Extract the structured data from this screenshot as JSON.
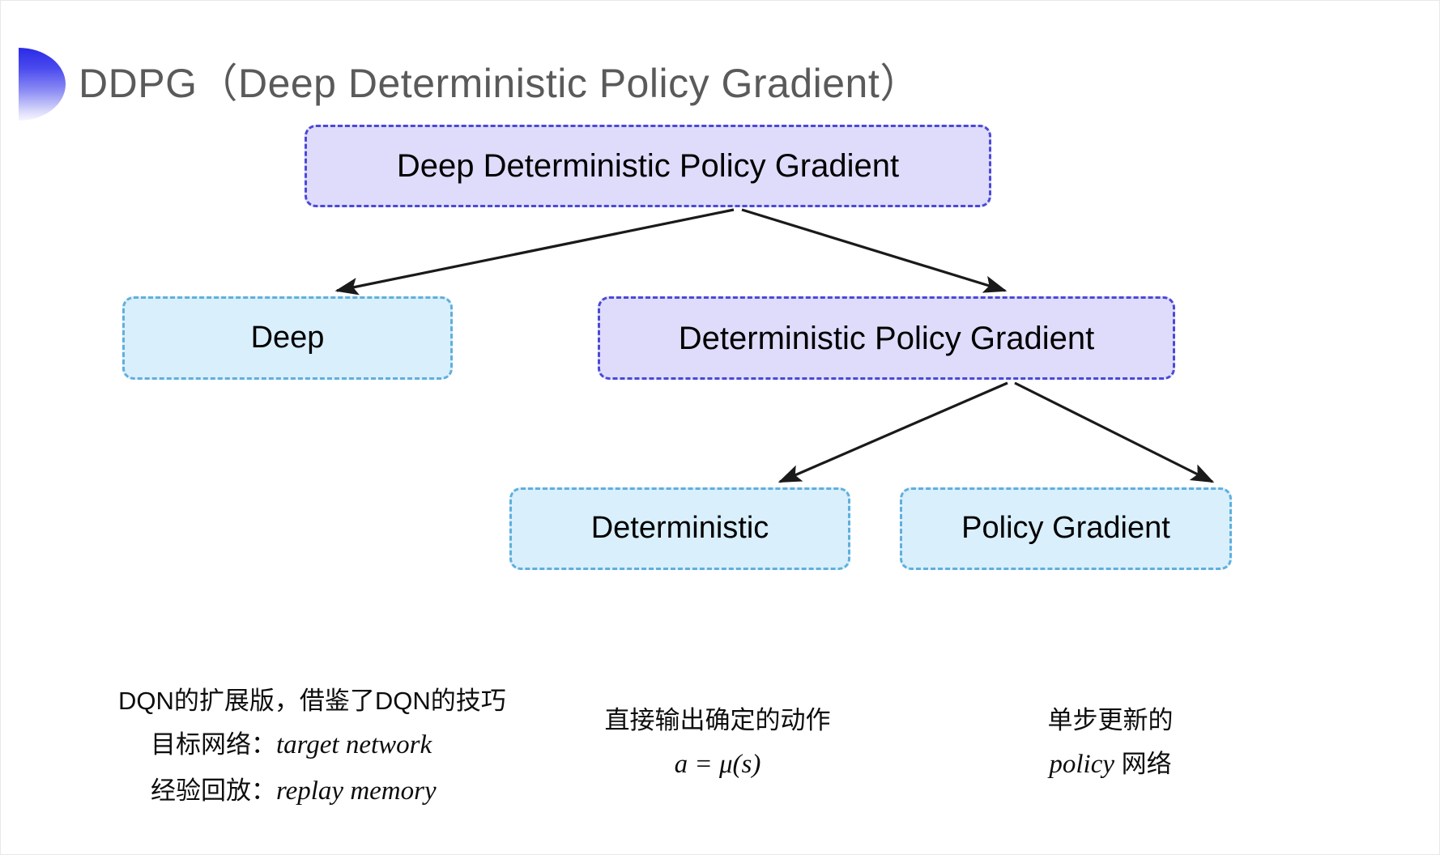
{
  "slide": {
    "title": "DDPG（Deep Deterministic Policy Gradient）",
    "background_color": "#ffffff",
    "decoration": {
      "shape": "half-ellipse",
      "gradient_from": "#2a2ae8",
      "gradient_to": "#f6f6ff"
    }
  },
  "colors": {
    "purple_fill": "#dedcfa",
    "purple_border": "#4b49d6",
    "blue_fill": "#d9effb",
    "blue_border": "#5fafdd",
    "title_text": "#5a5a5a",
    "arrow": "#1a1a1a"
  },
  "diagram": {
    "type": "tree",
    "nodes": [
      {
        "id": "root",
        "label": "Deep Deterministic Policy Gradient",
        "style": "purple",
        "level": 0
      },
      {
        "id": "deep",
        "label": "Deep",
        "style": "blue",
        "level": 1
      },
      {
        "id": "dpg",
        "label": "Deterministic Policy Gradient",
        "style": "purple",
        "level": 1
      },
      {
        "id": "deterministic",
        "label": "Deterministic",
        "style": "blue",
        "level": 2
      },
      {
        "id": "policy_gradient",
        "label": "Policy Gradient",
        "style": "blue",
        "level": 2
      }
    ],
    "edges": [
      {
        "from": "root",
        "to": "deep"
      },
      {
        "from": "root",
        "to": "dpg"
      },
      {
        "from": "dpg",
        "to": "deterministic"
      },
      {
        "from": "dpg",
        "to": "policy_gradient"
      }
    ]
  },
  "annotations": {
    "deep": {
      "line1": "DQN的扩展版，借鉴了DQN的技巧",
      "line2_label": "目标网络：",
      "line2_term": "target network",
      "line3_label": "经验回放：",
      "line3_term": "replay memory"
    },
    "deterministic": {
      "line1": "直接输出确定的动作",
      "formula": "a = μ(s)"
    },
    "policy_gradient": {
      "line1": "单步更新的",
      "line2_term": "policy",
      "line2_suffix": " 网络"
    }
  }
}
